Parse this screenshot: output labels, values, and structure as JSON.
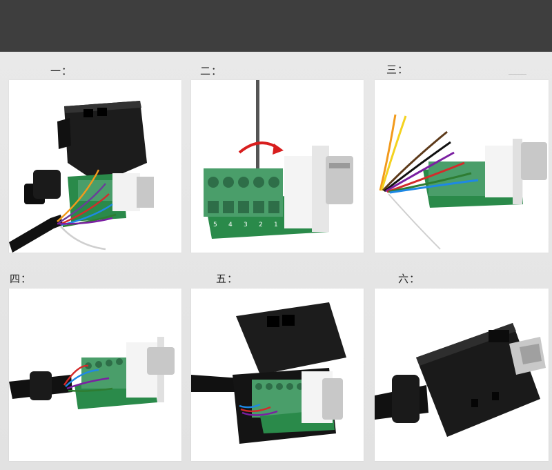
{
  "steps": [
    {
      "label": "一："
    },
    {
      "label": "二："
    },
    {
      "label": "三："
    },
    {
      "label": "四："
    },
    {
      "label": "五："
    },
    {
      "label": "六："
    }
  ],
  "colors": {
    "topbar": "#3e3e3e",
    "pcb": "#2a8a4a",
    "terminal": "#4a9e6a",
    "shell": "#1a1a1a",
    "metal": "#c8c8c8"
  },
  "terminal_numbers": [
    "5",
    "4",
    "3",
    "2",
    "1"
  ]
}
